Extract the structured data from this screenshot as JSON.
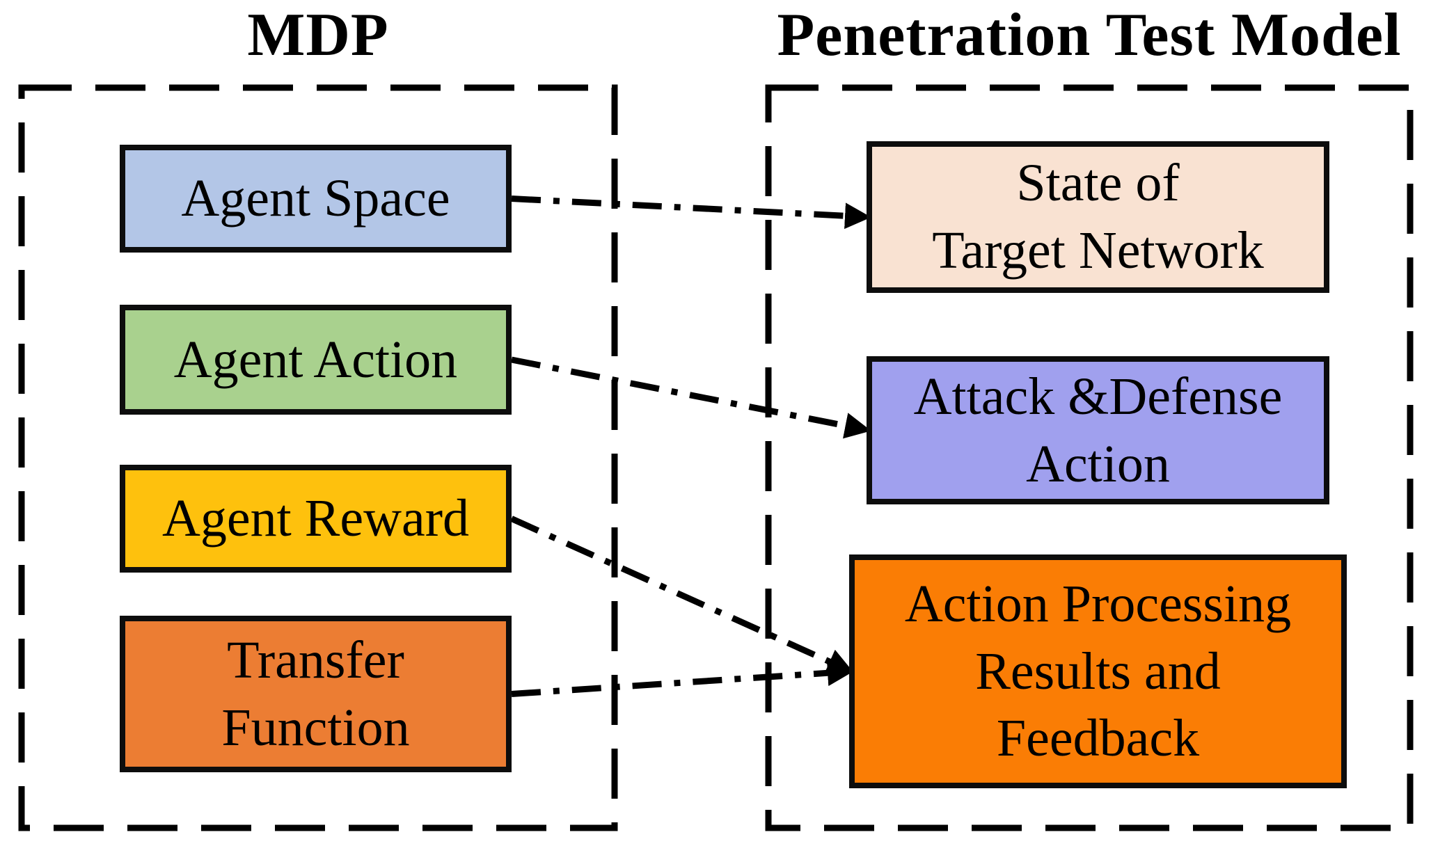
{
  "diagram": {
    "left_panel": {
      "title": "MDP",
      "nodes": [
        {
          "id": "agent-space",
          "label": "Agent Space",
          "color": "#b3c6e7"
        },
        {
          "id": "agent-action",
          "label": "Agent Action",
          "color": "#a9d18e"
        },
        {
          "id": "agent-reward",
          "label": "Agent Reward",
          "color": "#fec10d"
        },
        {
          "id": "transfer-function",
          "label": "Transfer\nFunction",
          "color": "#ec7d33"
        }
      ]
    },
    "right_panel": {
      "title": "Penetration Test Model",
      "nodes": [
        {
          "id": "state-of-target-network",
          "label": "State of\nTarget Network",
          "color": "#f9e2d2"
        },
        {
          "id": "attack-defense-action",
          "label": "Attack &Defense\nAction",
          "color": "#a0a0ee"
        },
        {
          "id": "action-processing",
          "label": "Action Processing\nResults and\nFeedback",
          "color": "#fa7d05"
        }
      ]
    },
    "connections": [
      {
        "from": "agent-space",
        "to": "state-of-target-network"
      },
      {
        "from": "agent-action",
        "to": "attack-defense-action"
      },
      {
        "from": "agent-reward",
        "to": "action-processing"
      },
      {
        "from": "transfer-function",
        "to": "action-processing"
      }
    ],
    "line_color": "#000000",
    "border_color": "#000000"
  }
}
